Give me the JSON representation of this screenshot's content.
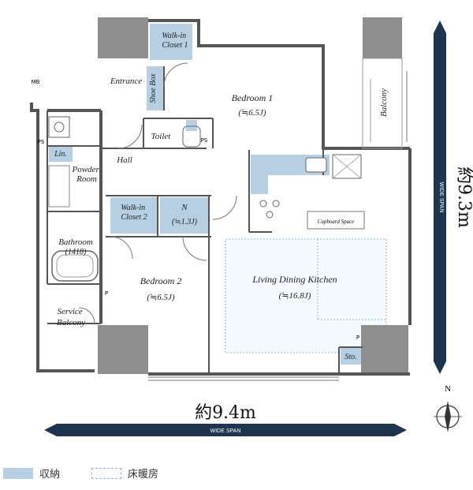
{
  "rooms": {
    "walk_in_closet_1": "Walk-in\nCloset 1",
    "entrance": "Entrance",
    "shoe_box": "Shoe Box",
    "bedroom1": "Bedroom 1",
    "bedroom1_size": "(≒6.5J)",
    "balcony": "Balcony",
    "toilet": "Toilet",
    "ps": "PS",
    "ps2": "PS",
    "lin": "Lin.",
    "powder_room": "Powder\nRoom",
    "hall": "Hall",
    "walk_in_closet_2": "Walk-in\nCloset 2",
    "n_room": "N",
    "n_size": "(≒1.3J)",
    "cupboard_space": "Cupboard Space",
    "bathroom": "Bathroom",
    "bathroom_size": "(1418)",
    "bedroom2": "Bedroom 2",
    "bedroom2_size": "(≒6.5J)",
    "ldk": "Living Dining Kitchen",
    "ldk_size": "(≒16.8J)",
    "service_balcony": "Service\nBalcony",
    "sto": "Sto.",
    "mb": "MB",
    "p1": "P",
    "p2": "P"
  },
  "dimensions": {
    "width_label": "約9.4m",
    "width_span": "WIDE SPAN",
    "depth_label": "約9.3m",
    "depth_span": "WIDE SPAN"
  },
  "compass": {
    "north": "N"
  },
  "legend": {
    "storage": "収納",
    "floor_heating": "床暖房"
  },
  "colors": {
    "storage_fill": "#b6cfe2",
    "wall": "#555555",
    "column": "#8e8e8e",
    "heating_border": "#8fb3d6",
    "dimension_bar": "#1e3550"
  }
}
